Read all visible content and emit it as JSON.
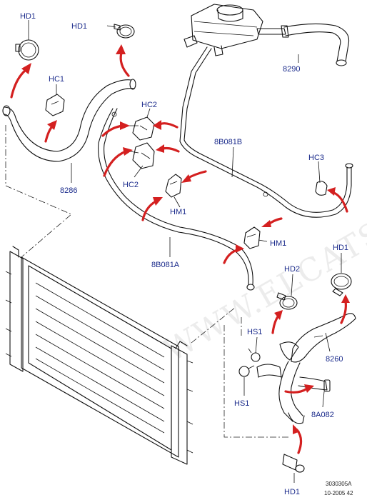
{
  "labels": {
    "hd1_top_left": "HD1",
    "hd1_top_mid": "HD1",
    "hc1": "HC1",
    "hc2_upper": "HC2",
    "hc2_lower": "HC2",
    "hm1_upper": "HM1",
    "hm1_lower": "HM1",
    "hc3": "HC3",
    "hd1_right": "HD1",
    "hd2": "HD2",
    "hs1_upper": "HS1",
    "hs1_lower": "HS1",
    "hd1_bottom": "HD1",
    "p8290": "8290",
    "p8286": "8286",
    "p8b081b": "8B081B",
    "p8b081a": "8B081A",
    "p8260": "8260",
    "p8a082": "8A082"
  },
  "watermark": "WWW.ELCATS.RU",
  "footer": {
    "ref_code": "3030305A",
    "date_code": "10-2005 42"
  },
  "colors": {
    "label": "#1c2c8c",
    "arrow": "#d42020",
    "line": "#111111"
  }
}
